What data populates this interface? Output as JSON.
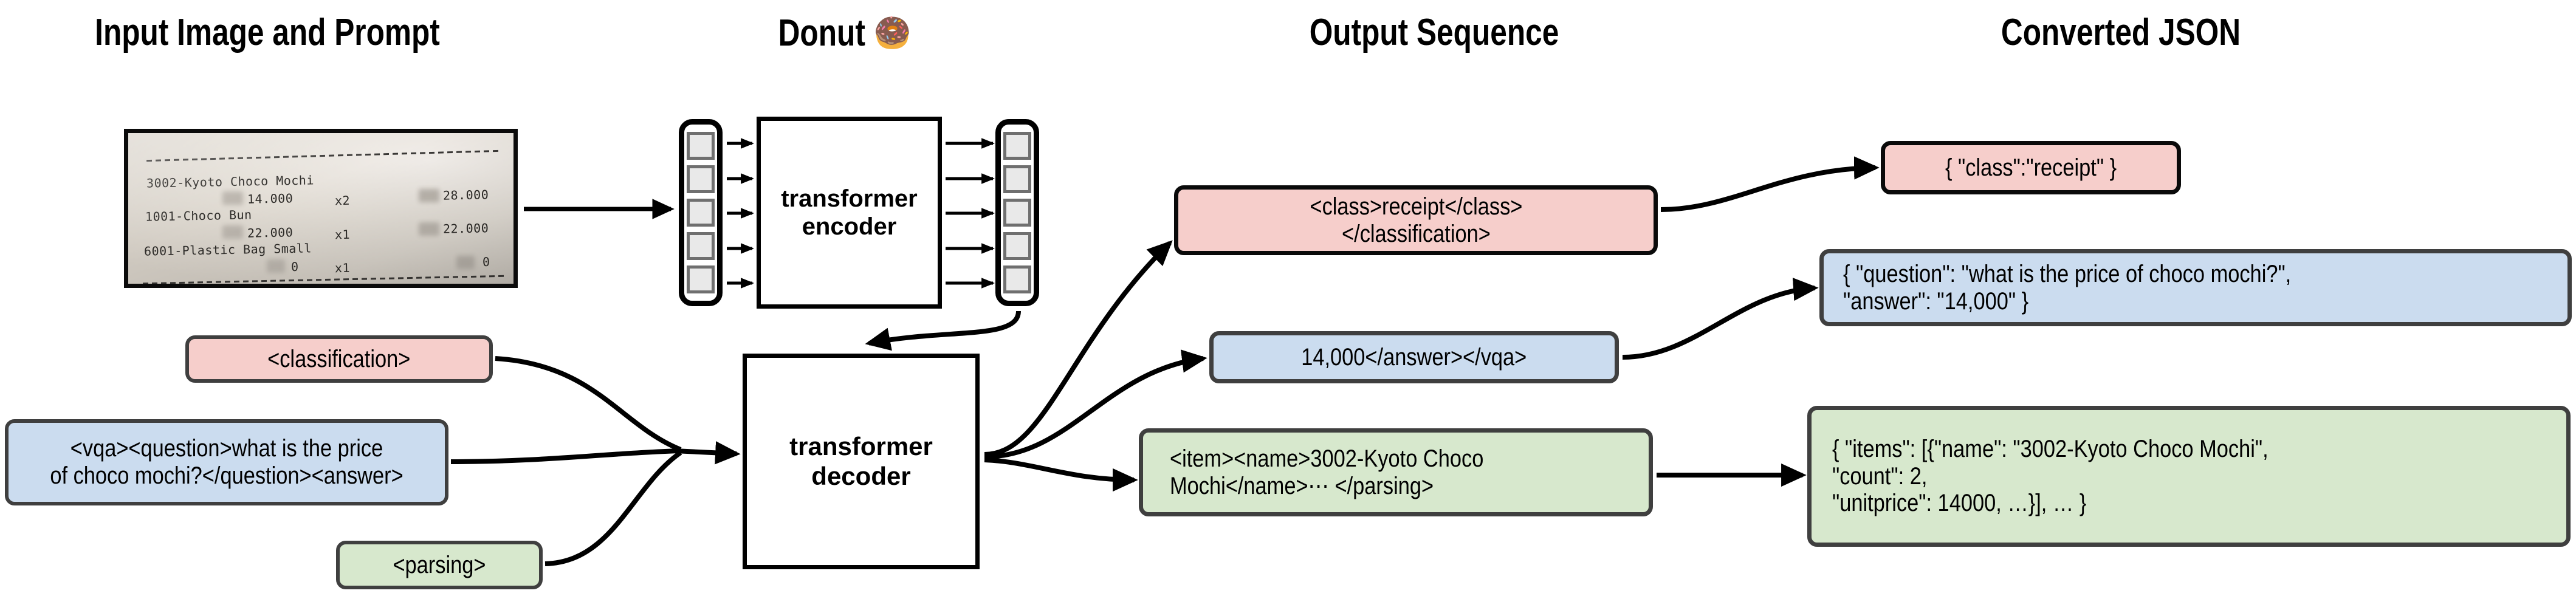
{
  "figure": {
    "columns": [
      {
        "id": "input",
        "title": "Input Image and Prompt"
      },
      {
        "id": "model",
        "title": "Donut 🍩"
      },
      {
        "id": "output",
        "title": "Output Sequence"
      },
      {
        "id": "json",
        "title": "Converted JSON"
      }
    ]
  },
  "receipt": {
    "lines": [
      "3002-Kyoto Choco Mochi",
      "      14.000     x2          28.000",
      "1001-Choco Bun",
      "      22.000     x1          22.000",
      "6001-Plastic Bag Small",
      "           0     x1               0"
    ],
    "line1": "3002-Kyoto Choco Mochi",
    "line2_price": "14.000",
    "line2_count": "x2",
    "line2_total": "28.000",
    "line3": "1001-Choco Bun",
    "line4_price": "22.000",
    "line4_count": "x1",
    "line4_total": "22.000",
    "line5": "6001-Plastic Bag Small",
    "line6_price": "0",
    "line6_count": "x1",
    "line6_total": "0"
  },
  "model": {
    "encoder_label": "transformer\nencoder",
    "decoder_label": "transformer\ndecoder",
    "encoder_input_tokens": 5,
    "encoder_output_tokens": 5
  },
  "prompts": [
    {
      "id": "classification",
      "text": "<classification>",
      "color": "#f6cecb"
    },
    {
      "id": "vqa",
      "text": "<vqa><question>what is the price\nof choco mochi?</question><answer>",
      "color": "#cbdcef"
    },
    {
      "id": "parsing",
      "text": "<parsing>",
      "color": "#d7e8cd"
    }
  ],
  "outputs": [
    {
      "id": "classification-output",
      "text": "<class>receipt</class>\n</classification>",
      "color": "#f6cecb"
    },
    {
      "id": "vqa-output",
      "text": "14,000</answer></vqa>",
      "color": "#cbdcef"
    },
    {
      "id": "parsing-output",
      "text": "<item><name>3002-Kyoto Choco\nMochi</name>⋯ </parsing>",
      "color": "#d7e8cd"
    }
  ],
  "json_results": [
    {
      "id": "classification-json",
      "text": "{ \"class\":\"receipt\" }",
      "color": "#f6cecb"
    },
    {
      "id": "vqa-json",
      "text": "{ \"question\": \"what is the price of choco mochi?\",\n   \"answer\": \"14,000\" }",
      "color": "#cbdcef"
    },
    {
      "id": "parsing-json",
      "text": "{ \"items\": [{\"name\": \"3002-Kyoto Choco Mochi\",\n      \"count\": 2,\n      \"unitprice\": 14000, …}], … }",
      "color": "#d7e8cd"
    }
  ],
  "colors": {
    "pink": "#f6cecb",
    "blue": "#cbdcef",
    "green": "#d7e8cd",
    "border": "#3f3f3f",
    "stroke": "#000000",
    "token_fill": "#e9e9e9",
    "token_border": "#6f6f6f"
  }
}
